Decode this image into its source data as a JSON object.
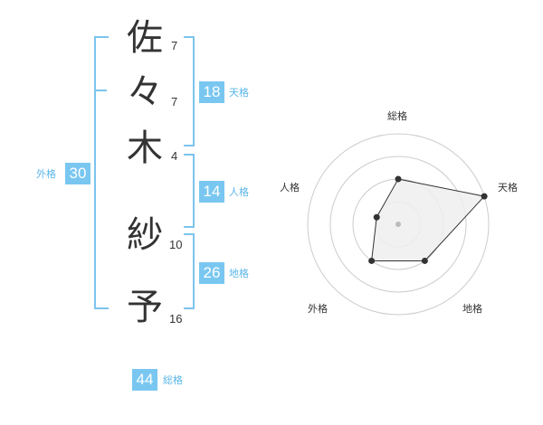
{
  "name": {
    "chars": [
      {
        "char": "佐",
        "strokes": "7"
      },
      {
        "char": "々",
        "strokes": "7"
      },
      {
        "char": "木",
        "strokes": "4"
      },
      {
        "char": "紗",
        "strokes": "10"
      },
      {
        "char": "予",
        "strokes": "16"
      }
    ]
  },
  "scores": {
    "tenkaku": {
      "value": "18",
      "label": "天格"
    },
    "jinkaku": {
      "value": "14",
      "label": "人格"
    },
    "chikaku": {
      "value": "26",
      "label": "地格"
    },
    "gaikaku": {
      "value": "30",
      "label": "外格"
    },
    "soukaku": {
      "value": "44",
      "label": "総格"
    }
  },
  "radar": {
    "axes": [
      "総格",
      "天格",
      "地格",
      "外格",
      "人格"
    ],
    "levels": 4,
    "max": 4,
    "values": [
      2,
      4,
      2,
      2,
      1
    ],
    "colors": {
      "ring": "#cccccc",
      "fill": "#eeeeee",
      "line": "#333333",
      "point": "#333333",
      "center": "#bbbbbb"
    }
  },
  "colors": {
    "accent": "#79c7f1",
    "bracket": "#7cc4ee",
    "label": "#5bb6ea",
    "text": "#333333"
  }
}
